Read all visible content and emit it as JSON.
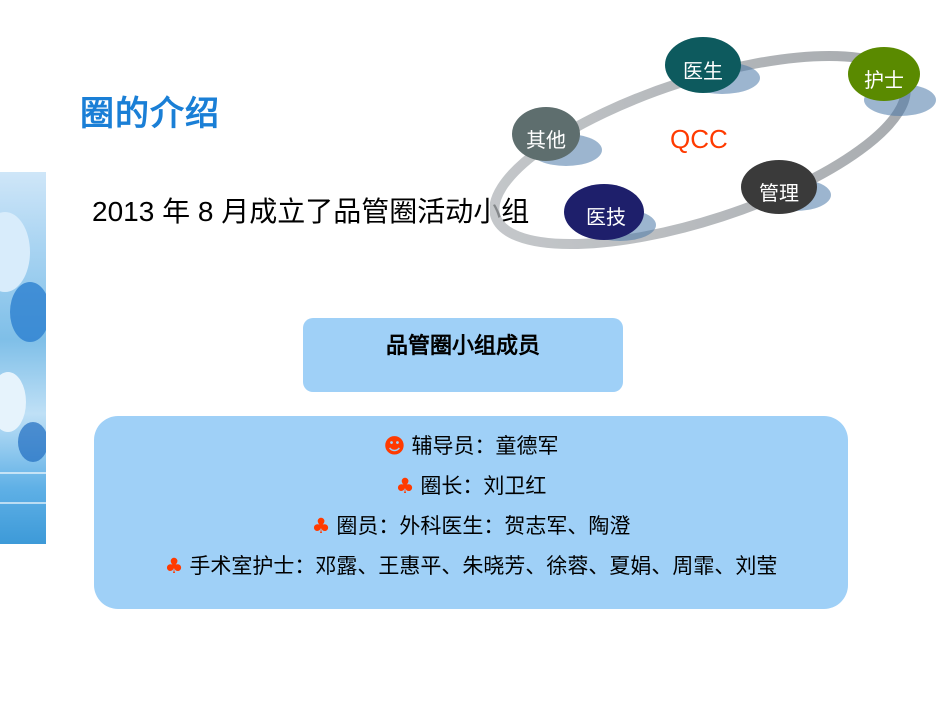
{
  "title": "圈的介绍",
  "subtitle": "2013 年 8 月成立了品管圈活动小组",
  "diagram": {
    "center_label": "QCC",
    "nodes": {
      "doctor": "医生",
      "nurse": "护士",
      "other": "其他",
      "management": "管理",
      "technician": "医技"
    }
  },
  "members": {
    "header": "品管圈小组成员",
    "lines": [
      {
        "bullet": "☻",
        "text": "辅导员：童德军"
      },
      {
        "bullet": "♣",
        "text": "圈长：刘卫红"
      },
      {
        "bullet": "♣",
        "text": "圈员：外科医生：贺志军、陶澄"
      },
      {
        "bullet": "♣",
        "text": "手术室护士：邓露、王惠平、朱晓芳、徐蓉、夏娟、周霏、刘莹"
      }
    ]
  },
  "colors": {
    "title": "#1a7fd6",
    "qcc": "#ff3a00",
    "box": "#9fd0f7",
    "node_doctor": "#0d5a5e",
    "node_nurse": "#5a8a00",
    "node_other": "#5e6e6e",
    "node_management": "#3a3a3a",
    "node_technician": "#1e1f6b"
  }
}
